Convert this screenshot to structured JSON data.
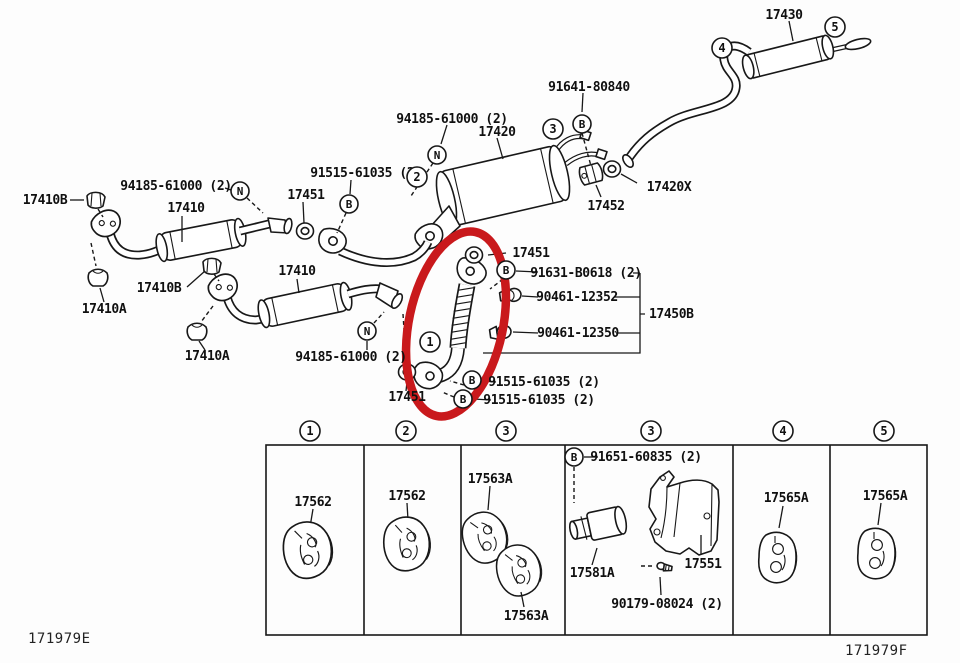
{
  "parts": {
    "p17410": "17410",
    "p17410A": "17410A",
    "p17410B": "17410B",
    "p17420": "17420",
    "p17420X": "17420X",
    "p17430": "17430",
    "p17450B": "17450B",
    "p17451": "17451",
    "p17452": "17452",
    "p17551": "17551",
    "p17562": "17562",
    "p17563A": "17563A",
    "p17565A": "17565A",
    "p17581A": "17581A",
    "p90179": "90179-08024 (2)",
    "p90461_12350": "90461-12350",
    "p90461_12352": "90461-12352",
    "p91515": "91515-61035 (2)",
    "p91631": "91631-B0618 (2)",
    "p91641": "91641-80840",
    "p91651": "91651-60835 (2)",
    "p94185": "94185-61000 (2)"
  },
  "badges": {
    "1": "1",
    "2": "2",
    "3": "3",
    "4": "4",
    "5": "5",
    "N": "N",
    "B": "B"
  },
  "codes": {
    "left": "171979E",
    "right": "171979F"
  },
  "highlight": {
    "color": "#c9191c",
    "meaning": "highlighted-part-front-exhaust-pipe-no1"
  }
}
